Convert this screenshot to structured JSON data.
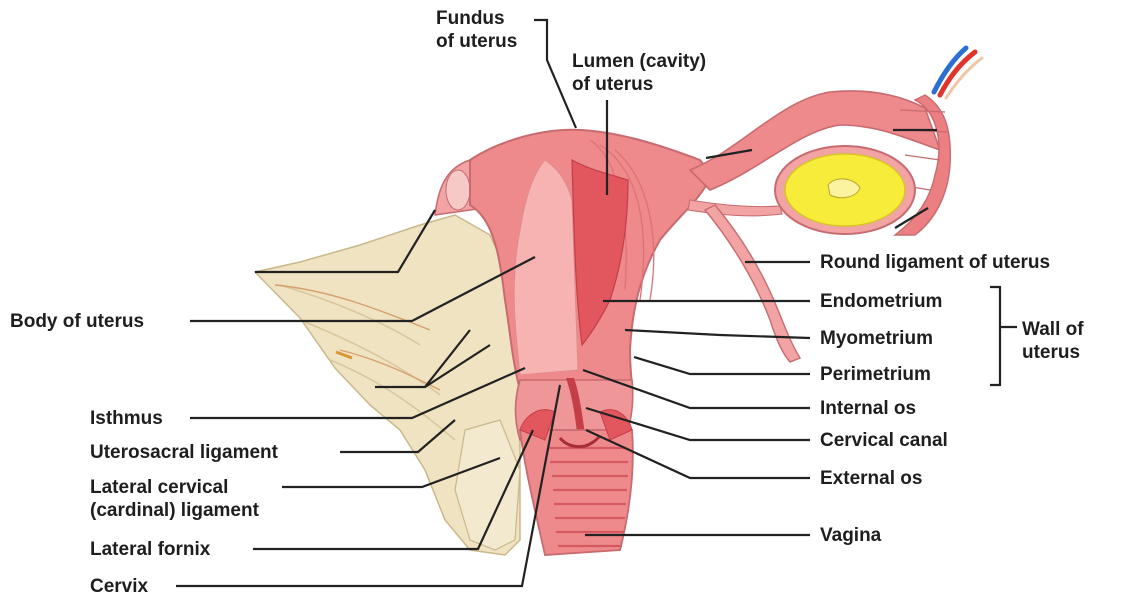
{
  "labels": {
    "fundus": [
      "Fundus",
      "of uterus"
    ],
    "lumen": [
      "Lumen (cavity)",
      "of uterus"
    ],
    "round_ligament": "Round ligament of uterus",
    "endometrium": "Endometrium",
    "myometrium": "Myometrium",
    "perimetrium": "Perimetrium",
    "wall_of_uterus": [
      "Wall of",
      "uterus"
    ],
    "body_of_uterus": "Body of uterus",
    "isthmus": "Isthmus",
    "uterosacral_ligament": "Uterosacral ligament",
    "lateral_cervical_ligament": [
      "Lateral cervical",
      "(cardinal) ligament"
    ],
    "lateral_fornix": "Lateral fornix",
    "cervix": "Cervix",
    "internal_os": "Internal os",
    "cervical_canal": "Cervical canal",
    "external_os": "External os",
    "vagina": "Vagina"
  },
  "colors": {
    "uterus_tissue": "#ee8a8c",
    "uterus_light": "#f6b3b2",
    "uterus_dark": "#d8595f",
    "broad_ligament": "#efe3c2",
    "ovary": "#f7ec3a",
    "label_text": "#1e1e1e",
    "leader_line": "#222222",
    "artery": "#e0342c",
    "vein": "#2a6fd1"
  }
}
